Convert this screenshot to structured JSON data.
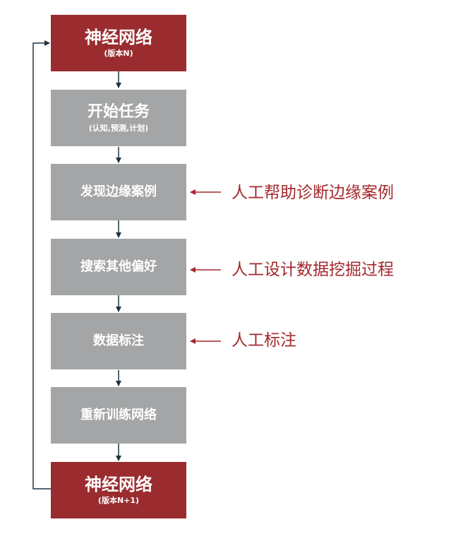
{
  "steps": [
    {
      "title": "神经网络",
      "subtitle": "(版本N)"
    },
    {
      "title": "开始任务",
      "subtitle": "(认知,预测,计划)"
    },
    {
      "title": "发现边缘案例"
    },
    {
      "title": "搜索其他偏好"
    },
    {
      "title": "数据标注"
    },
    {
      "title": "重新训练网络"
    },
    {
      "title": "神经网络",
      "subtitle": "(版本N+1)"
    }
  ],
  "annotations": [
    {
      "text": "人工帮助诊断边缘案例"
    },
    {
      "text": "人工设计数据挖掘过程"
    },
    {
      "text": "人工标注"
    }
  ],
  "colors": {
    "primary": "#9a2b2e",
    "step": "#a3a5a6",
    "connector": "#1f3440",
    "annotation": "#a4282c"
  }
}
